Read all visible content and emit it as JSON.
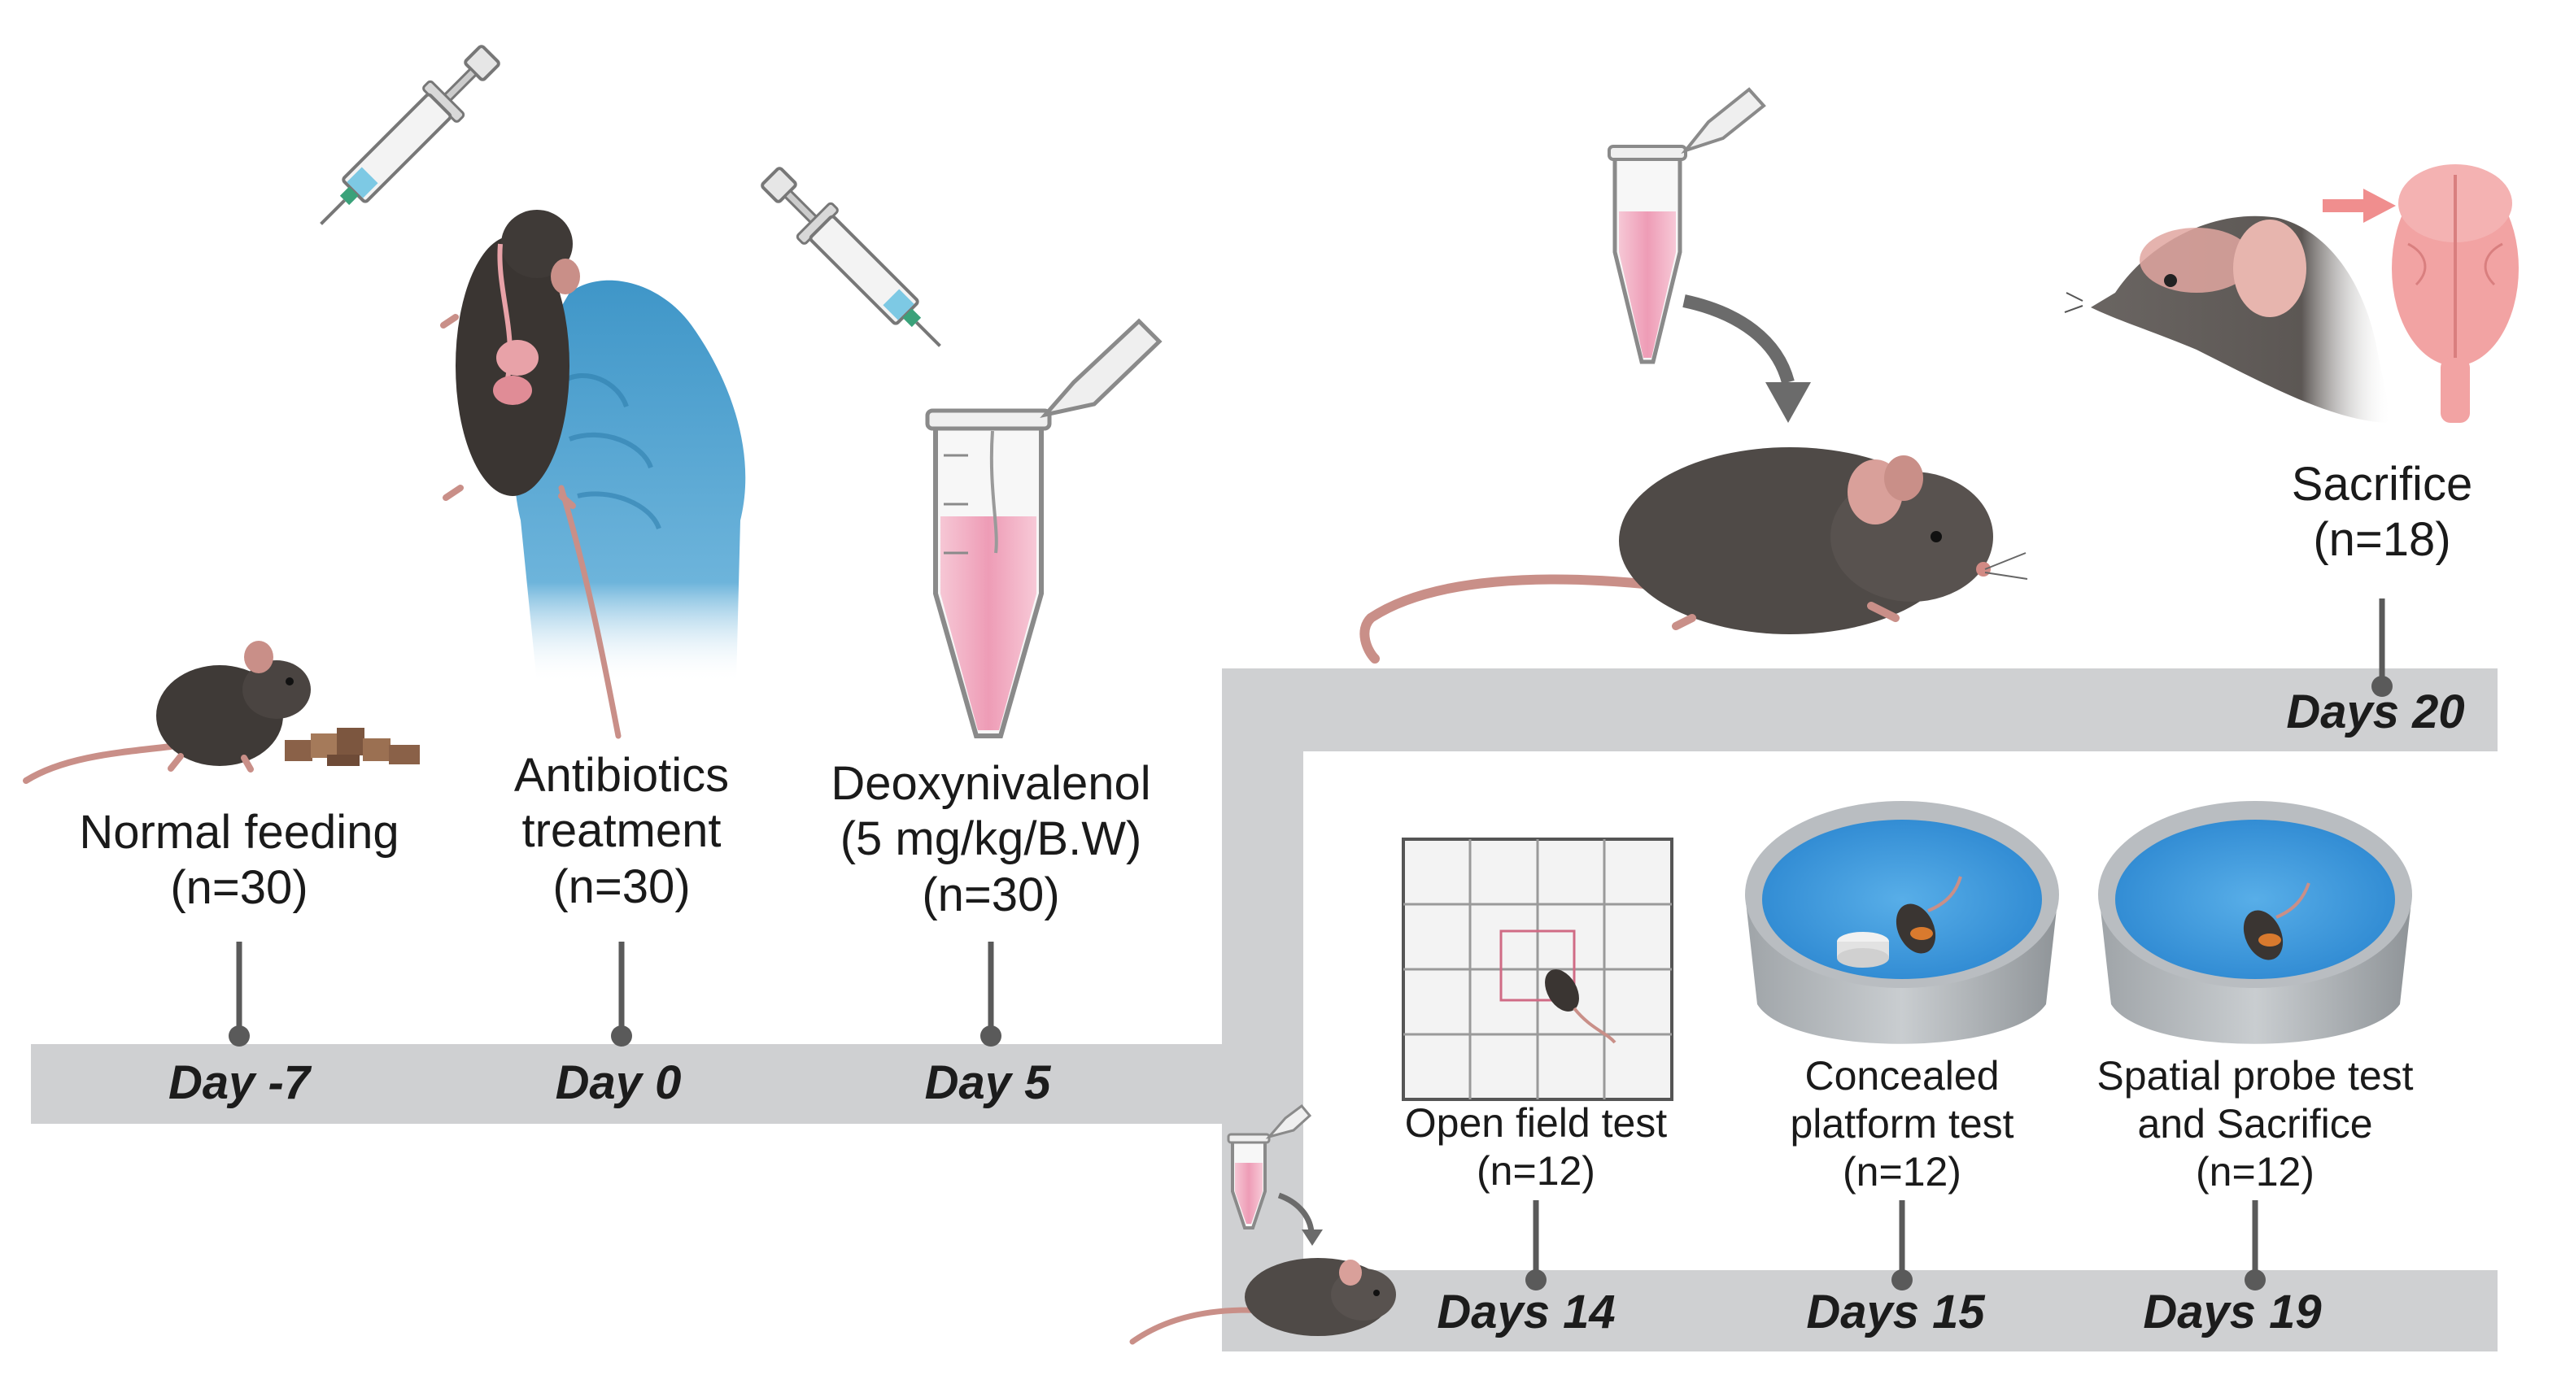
{
  "colors": {
    "track": "#cfd0d2",
    "stem": "#5a5a5a",
    "mouse": "#4f4a47",
    "mouse_dark": "#3a3532",
    "ear": "#d9a09a",
    "tail": "#c98f88",
    "tube_fill": "#ee9cb6",
    "glove": "#4ba1cf",
    "water": "#3c95da",
    "brain": "#f2a3a3",
    "arrow_pink": "#f08e8e"
  },
  "timeline": {
    "day_minus7": {
      "label": "Day -7",
      "title_lines": [
        "Normal feeding",
        "(n=30)"
      ]
    },
    "day0": {
      "label": "Day 0",
      "title_lines": [
        "Antibiotics",
        "treatment",
        "(n=30)"
      ]
    },
    "day5": {
      "label": "Day 5",
      "title_lines": [
        "Deoxynivalenol",
        "(5 mg/kg/B.W)",
        "(n=30)"
      ]
    },
    "days20": {
      "label": "Days 20",
      "title_lines": [
        "Sacrifice",
        "(n=18)"
      ]
    },
    "days14": {
      "label": "Days 14",
      "title_lines": [
        "Open field test",
        "(n=12)"
      ]
    },
    "days15": {
      "label": "Days 15",
      "title_lines": [
        "Concealed",
        "platform test",
        "(n=12)"
      ]
    },
    "days19": {
      "label": "Days 19",
      "title_lines": [
        "Spatial probe test",
        "and Sacrifice",
        "(n=12)"
      ]
    }
  },
  "icons": [
    "mouse-eating-icon",
    "food-pellets-icon",
    "syringe-icon",
    "gavage-mouse-icon",
    "gloved-hand-icon",
    "microtube-icon",
    "mouse-icon",
    "brain-icon",
    "open-field-arena-icon",
    "water-maze-icon",
    "curved-arrow-icon"
  ]
}
